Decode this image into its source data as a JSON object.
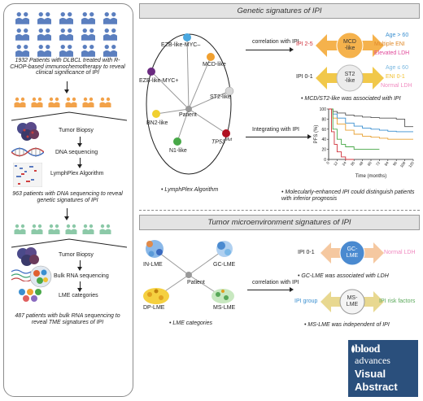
{
  "colors": {
    "person_blue": "#5b7fbf",
    "person_orange": "#f2a24a",
    "person_green": "#8cc9a8",
    "ipi_high_red": "#d0303a",
    "mcd_orange": "#f5b24c",
    "st2_yellow": "#f1c84a",
    "age_blue": "#3a8fd0",
    "eni_orange": "#e08a2a",
    "ldh_pink": "#e04a9a",
    "bloodadv_blue": "#2a4f7c"
  },
  "left_panel": {
    "step1_text": "1932 Patients with DLBCL treated with R-CHOP-based immunochemotherapy to reveal clinical significance of IPI",
    "tumor_biopsy_1": "Tumor Biopsy",
    "dna_sequencing": "DNA sequencing",
    "lymphplex_algorithm": "LymphPlex Algorithm",
    "step2_text": "963 patients with DNA sequencing to reveal genetic signatures of IPI",
    "tumor_biopsy_2": "Tumor Biopsy",
    "bulk_rna": "Bulk RNA sequencing",
    "lme_categories": "LME categories",
    "step3_text": "487 patients with bulk RNA sequencing to reveal TME signatures of IPI"
  },
  "genetic": {
    "header": "Genetic signatures of IPI",
    "subtypes": [
      {
        "label": "EZB-like-MYC–",
        "color": "#4aa8e0"
      },
      {
        "label": "MCD-like",
        "color": "#f0a030"
      },
      {
        "label": "EZB-like-MYC+",
        "color": "#6a2a80"
      },
      {
        "label": "ST2-like",
        "color": "#d8d8d8"
      },
      {
        "label": "BN2-like",
        "color": "#f0d030"
      },
      {
        "label": "N1-like",
        "color": "#48a848"
      },
      {
        "label": "TP53",
        "sup": "Mut",
        "color": "#b01020"
      }
    ],
    "patient_label": "Patient",
    "lymphplex_note": "• LymphPlex Algorithm",
    "correlation_label": "correlation with IPI",
    "integrating_label": "Integrating with IPI",
    "ipi_high": "IPI 2-5",
    "ipi_low": "IPI 0-1",
    "mcd_label": [
      "MCD",
      "-like"
    ],
    "st2_label": [
      "ST2",
      "-like"
    ],
    "high_factors": [
      "Age > 60",
      "Multiple ENI",
      "Elevated LDH"
    ],
    "low_factors": [
      "Age ≤ 60",
      "ENI 0-1",
      "Normal LDH"
    ],
    "assoc_note": "• MCD/ST2-like was associated with IPI",
    "km_note": "• Molecularly-enhanced IPI could distinguish patients with inferior prognosis"
  },
  "chart_data": {
    "type": "line",
    "title": "",
    "xlabel": "Time (months)",
    "ylabel": "PFS (%)",
    "x_ticks": [
      0,
      12,
      24,
      36,
      48,
      60,
      72,
      84,
      96,
      108,
      120
    ],
    "y_ticks": [
      0,
      20,
      40,
      60,
      80,
      100
    ],
    "xlim": [
      0,
      120
    ],
    "ylim": [
      0,
      100
    ],
    "series": [
      {
        "color": "#555555",
        "x": [
          0,
          6,
          12,
          24,
          36,
          48,
          60,
          72,
          84,
          96,
          104,
          108,
          116,
          120
        ],
        "y": [
          100,
          95,
          92,
          88,
          86,
          84,
          83,
          82,
          82,
          80,
          80,
          65,
          65,
          65
        ]
      },
      {
        "color": "#3a8fd0",
        "x": [
          0,
          6,
          12,
          24,
          36,
          48,
          60,
          72,
          84,
          96,
          108,
          120
        ],
        "y": [
          100,
          90,
          82,
          72,
          66,
          62,
          60,
          58,
          56,
          55,
          55,
          55
        ]
      },
      {
        "color": "#e8a030",
        "x": [
          0,
          6,
          12,
          24,
          36,
          48,
          60,
          72,
          84,
          96,
          108,
          120
        ],
        "y": [
          100,
          82,
          70,
          58,
          50,
          46,
          44,
          42,
          40,
          40,
          40,
          40
        ]
      },
      {
        "color": "#48a848",
        "x": [
          0,
          6,
          12,
          18,
          24,
          36,
          48,
          60,
          72
        ],
        "y": [
          100,
          60,
          40,
          30,
          25,
          20,
          20,
          20,
          20
        ]
      },
      {
        "color": "#d0303a",
        "x": [
          0,
          4,
          8,
          12,
          18,
          24,
          30,
          36
        ],
        "y": [
          100,
          55,
          30,
          15,
          5,
          0,
          0,
          0
        ]
      }
    ]
  },
  "tme": {
    "header": "Tumor microenvironment signatures of IPI",
    "lme": [
      "IN-LME",
      "GC-LME",
      "DP-LME",
      "MS-LME"
    ],
    "patient_label": "Patient",
    "correlation_label": "correlation with IPI",
    "lme_note": "• LME categories",
    "ipi_low": "IPI 0-1",
    "gc_label": [
      "GC-",
      "LME"
    ],
    "normal_ldh": "Normal LDH",
    "gc_note": "• GC-LME was associated with LDH",
    "ipi_group": "IPI group",
    "ms_label": [
      "MS-",
      "LME"
    ],
    "ipi_risk": "IPI risk factors",
    "ms_note": "• MS-LME was independent of IPI"
  },
  "logo": {
    "line1": "blood",
    "line2": "advances",
    "line3": "Visual",
    "line4": "Abstract"
  }
}
